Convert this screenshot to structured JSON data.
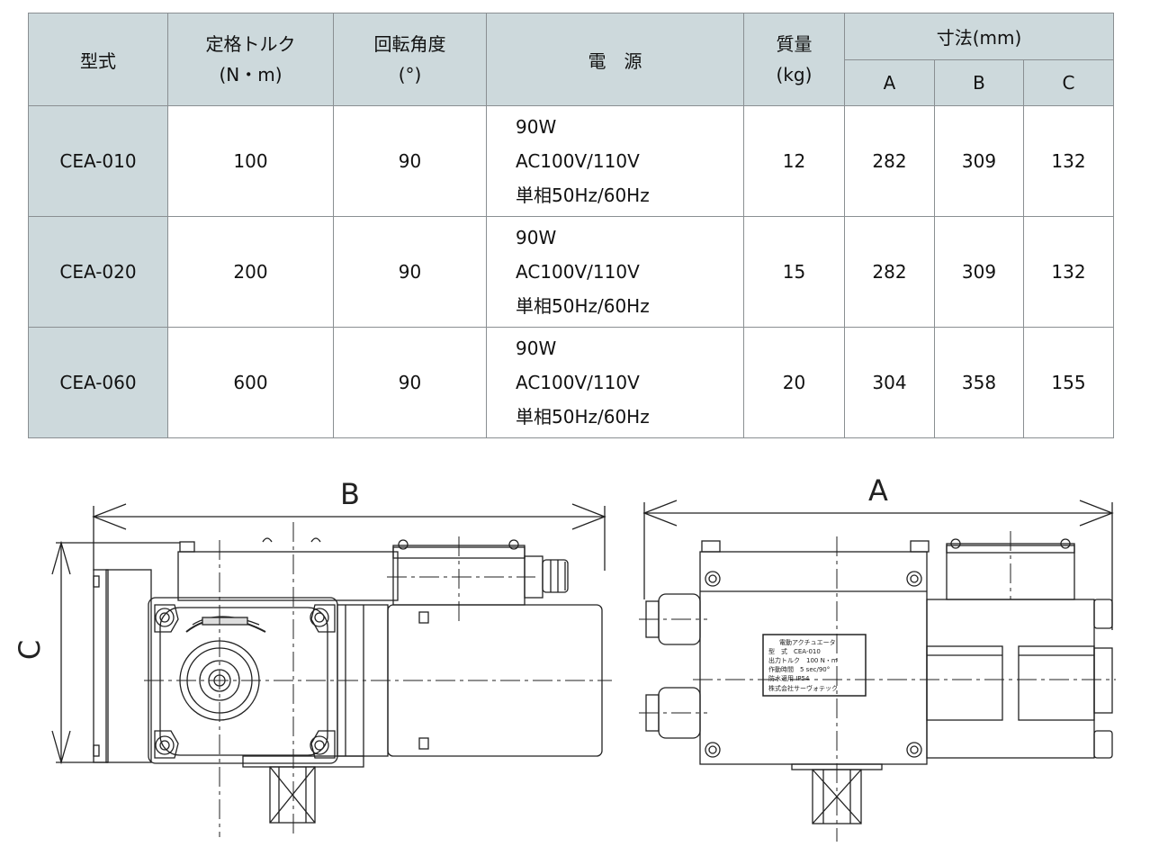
{
  "table": {
    "headers": {
      "model": "型式",
      "torque": "定格トルク",
      "torque_unit": "(N・m)",
      "angle": "回転角度",
      "angle_unit": "(°)",
      "power": "電　源",
      "mass": "質量",
      "mass_unit": "(kg)",
      "dimensions": "寸法(mm)",
      "dim_a": "A",
      "dim_b": "B",
      "dim_c": "C"
    },
    "rows": [
      {
        "model": "CEA-010",
        "torque": "100",
        "angle": "90",
        "power": [
          "90W",
          "AC100V/110V",
          "単相50Hz/60Hz"
        ],
        "mass": "12",
        "a": "282",
        "b": "309",
        "c": "132"
      },
      {
        "model": "CEA-020",
        "torque": "200",
        "angle": "90",
        "power": [
          "90W",
          "AC100V/110V",
          "単相50Hz/60Hz"
        ],
        "mass": "15",
        "a": "282",
        "b": "309",
        "c": "132"
      },
      {
        "model": "CEA-060",
        "torque": "600",
        "angle": "90",
        "power": [
          "90W",
          "AC100V/110V",
          "単相50Hz/60Hz"
        ],
        "mass": "20",
        "a": "304",
        "b": "358",
        "c": "155"
      }
    ]
  },
  "drawing": {
    "dim_b_label": "B",
    "dim_a_label": "A",
    "dim_c_label": "C",
    "nameplate_lines": [
      "電動アクチュエータ",
      "型　式　CEA-010",
      "出力トルク　100 N・m",
      "作動時間　5 sec/90°",
      "防水適用 IP54",
      "株式会社サーヴォテック"
    ]
  }
}
